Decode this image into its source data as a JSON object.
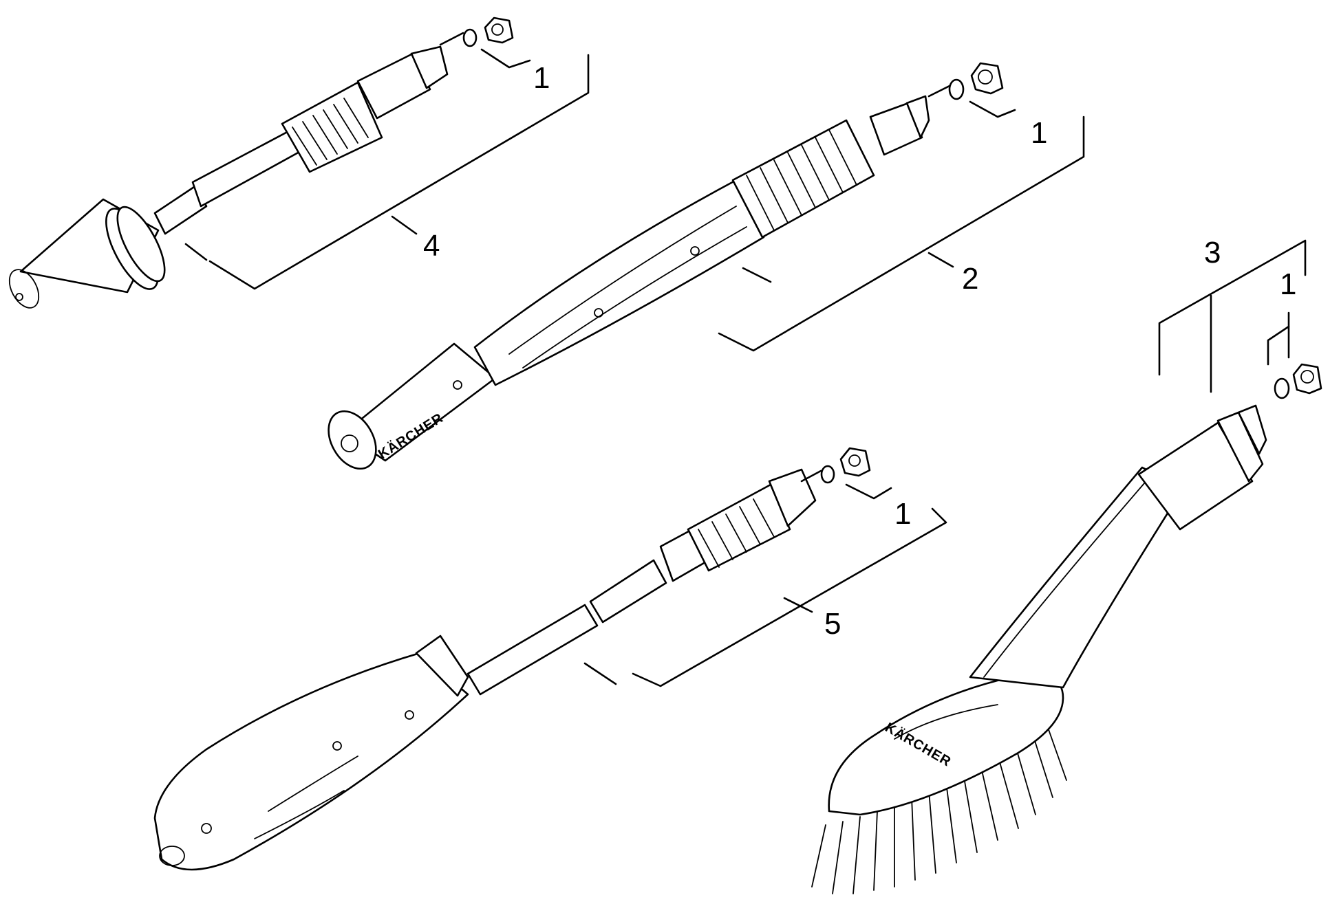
{
  "callouts": [
    {
      "id": "c1a",
      "label": "1"
    },
    {
      "id": "c4",
      "label": "4"
    },
    {
      "id": "c1b",
      "label": "1"
    },
    {
      "id": "c2",
      "label": "2"
    },
    {
      "id": "c3",
      "label": "3"
    },
    {
      "id": "c1c",
      "label": "1"
    },
    {
      "id": "c1d",
      "label": "1"
    },
    {
      "id": "c5",
      "label": "5"
    }
  ],
  "brand_text": "KÄRCHER"
}
